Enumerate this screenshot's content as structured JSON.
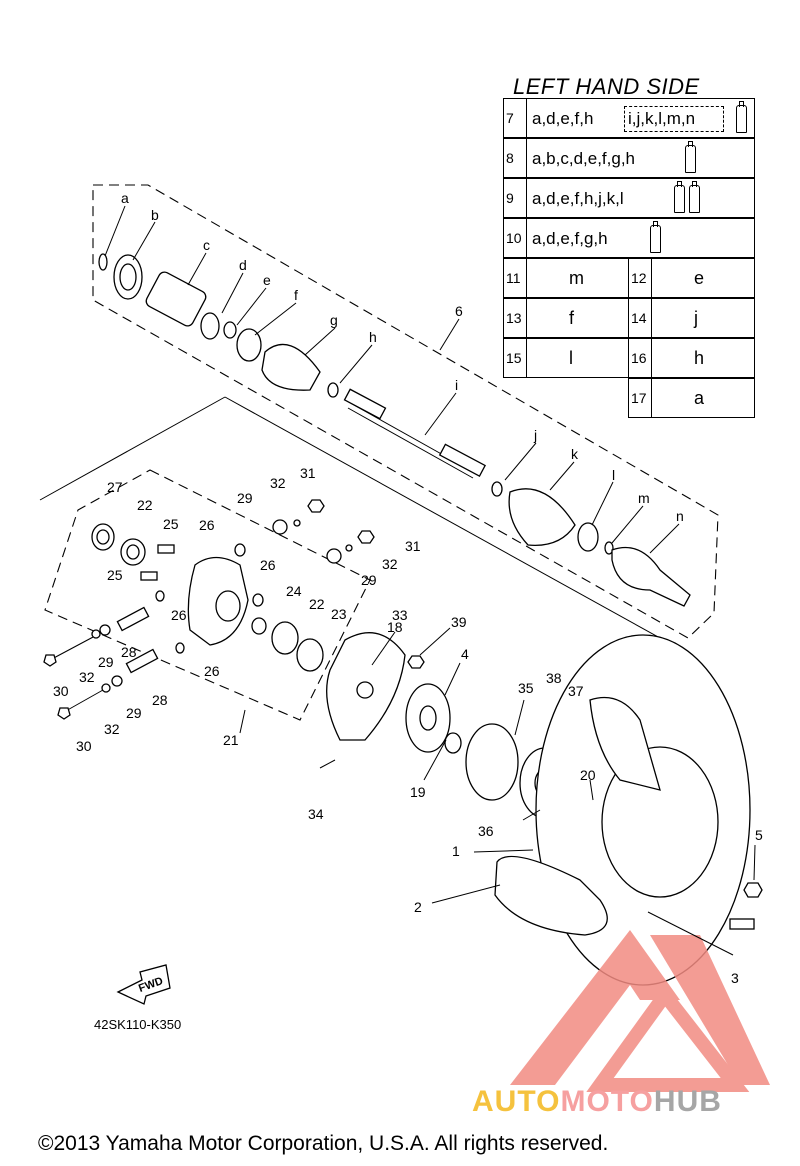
{
  "legend": {
    "title": "LEFT HAND SIDE",
    "rows": [
      {
        "num": "7",
        "value": "a,d,e,f,h",
        "boxed": "i,j,k,l,m,n",
        "tubes": 1
      },
      {
        "num": "8",
        "value": "a,b,c,d,e,f,g,h",
        "tubes": 1
      },
      {
        "num": "9",
        "value": "a,d,e,f,h,j,k,l",
        "tubes": 2
      },
      {
        "num": "10",
        "value": "a,d,e,f,g,h",
        "tubes": 1
      }
    ],
    "pairs": [
      [
        {
          "num": "11",
          "value": "m"
        },
        {
          "num": "12",
          "value": "e"
        }
      ],
      [
        {
          "num": "13",
          "value": "f"
        },
        {
          "num": "14",
          "value": "j"
        }
      ],
      [
        {
          "num": "15",
          "value": "l"
        },
        {
          "num": "16",
          "value": "h"
        }
      ],
      [
        null,
        {
          "num": "17",
          "value": "a"
        }
      ]
    ]
  },
  "callouts": {
    "letters": [
      "a",
      "b",
      "c",
      "d",
      "e",
      "f",
      "g",
      "h",
      "i",
      "j",
      "k",
      "l",
      "m",
      "n"
    ],
    "numbers": [
      "1",
      "2",
      "3",
      "4",
      "5",
      "6",
      "18",
      "19",
      "20",
      "21",
      "22",
      "22",
      "23",
      "24",
      "25",
      "25",
      "26",
      "26",
      "26",
      "26",
      "27",
      "28",
      "28",
      "29",
      "29",
      "29",
      "29",
      "30",
      "30",
      "31",
      "31",
      "32",
      "32",
      "32",
      "32",
      "33",
      "34",
      "35",
      "36",
      "37",
      "38",
      "39"
    ]
  },
  "fwd": {
    "label": "FWD",
    "code": "42SK110-K350"
  },
  "watermark": {
    "auto": "AUTO",
    "moto": "MOTO",
    "hub": "HUB",
    "colors": {
      "auto": "#f5c23e",
      "moto": "#f6a0a0",
      "hub": "#a6a6a6",
      "logo": "#f28b82"
    }
  },
  "copyright": "©2013 Yamaha Motor Corporation, U.S.A. All rights reserved."
}
